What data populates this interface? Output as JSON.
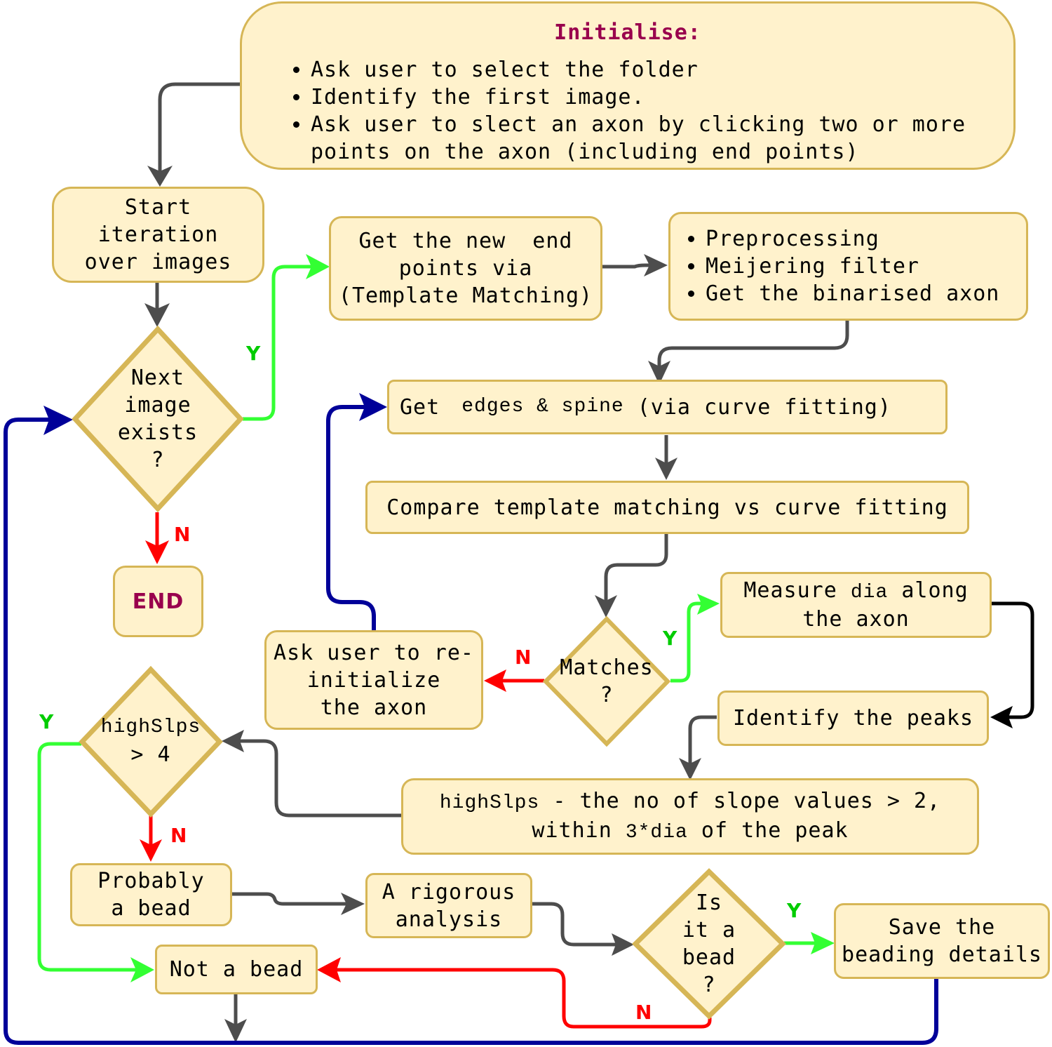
{
  "colors": {
    "box_fill": "#fff2cc",
    "box_border": "#d6b656",
    "arrow_default": "#4d4d4d",
    "arrow_yes": "#33ff33",
    "arrow_no": "#ff0000",
    "arrow_loop": "#000099",
    "arrow_black": "#000000",
    "title_text": "#99004d",
    "yes_label": "#00cc00",
    "no_label": "#ff0000"
  },
  "nodes": {
    "initialise": {
      "title": "Initialise:",
      "bullets": [
        "Ask user to select the folder",
        "Identify the first image.",
        "Ask user to slect an axon by clicking two or more\npoints on the axon (including end points)"
      ]
    },
    "start_iteration": {
      "lines": [
        "Start",
        "iteration",
        "over images"
      ]
    },
    "next_image": {
      "lines": [
        "Next",
        "image",
        "exists",
        "?"
      ]
    },
    "end": {
      "label": "END"
    },
    "template_matching": {
      "lines": [
        "Get the new  end",
        "points via",
        "(Template Matching)"
      ]
    },
    "preprocessing": {
      "bullets": [
        "Preprocessing",
        "Meijering filter",
        "Get the binarised axon"
      ]
    },
    "curve_fitting": {
      "prefix": "Get ",
      "code": "edges & spine",
      "suffix": " (via curve fitting)"
    },
    "compare": {
      "label": "Compare template matching vs curve fitting"
    },
    "matches": {
      "lines": [
        "Matches",
        "?"
      ]
    },
    "reinitialize": {
      "lines": [
        "Ask user to re-",
        "initialize",
        "the axon"
      ]
    },
    "measure_dia": {
      "prefix": "Measure ",
      "code": "dia",
      "suffix": " along",
      "line2": "the axon"
    },
    "identify_peaks": {
      "label": "Identify the peaks"
    },
    "highslps_def": {
      "code1": "highSlps",
      "text1": " - the no of slope values > 2,",
      "text2a": "within ",
      "code2": "3*dia",
      "text2b": " of the peak"
    },
    "highslps_check": {
      "code": "highSlps",
      "line2": "> 4"
    },
    "probably_bead": {
      "lines": [
        "Probably",
        "a bead"
      ]
    },
    "rigorous": {
      "lines": [
        "A rigorous",
        "analysis"
      ]
    },
    "is_bead": {
      "lines": [
        "Is",
        "it a",
        "bead",
        "?"
      ]
    },
    "save_details": {
      "lines": [
        "Save the",
        "beading details"
      ]
    },
    "not_bead": {
      "label": "Not a bead"
    }
  },
  "edge_labels": {
    "next_image_yes": "Y",
    "next_image_no": "N",
    "matches_yes": "Y",
    "matches_no": "N",
    "highslps_yes": "Y",
    "highslps_no": "N",
    "is_bead_yes": "Y",
    "is_bead_no": "N"
  }
}
